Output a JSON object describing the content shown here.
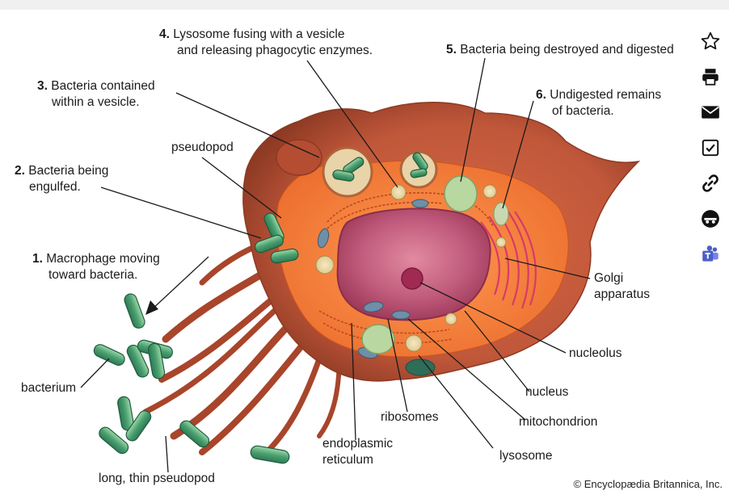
{
  "labels": {
    "step1_num": "1.",
    "step1_l1": "Macrophage moving",
    "step1_l2": "toward bacteria.",
    "step2_num": "2.",
    "step2_l1": "Bacteria being",
    "step2_l2": "engulfed.",
    "step3_num": "3.",
    "step3_l1": "Bacteria contained",
    "step3_l2": "within a vesicle.",
    "step4_num": "4.",
    "step4_l1": "Lysosome fusing with a vesicle",
    "step4_l2": "and releasing phagocytic enzymes.",
    "step5_num": "5.",
    "step5_l1": "Bacteria being destroyed and digested",
    "step6_num": "6.",
    "step6_l1": "Undigested remains",
    "step6_l2": "of bacteria.",
    "pseudopod": "pseudopod",
    "bacterium": "bacterium",
    "long_pseudopod": "long, thin pseudopod",
    "er_l1": "endoplasmic",
    "er_l2": "reticulum",
    "ribosomes": "ribosomes",
    "lysosome": "lysosome",
    "mitochondrion": "mitochondrion",
    "nucleus": "nucleus",
    "nucleolus": "nucleolus",
    "golgi_l1": "Golgi",
    "golgi_l2": "apparatus"
  },
  "credit": "© Encyclopædia Britannica, Inc.",
  "toolbar": {
    "items": [
      "star-icon",
      "print-icon",
      "email-icon",
      "checkbox-icon",
      "link-icon",
      "mask-icon",
      "teams-icon"
    ]
  },
  "colors": {
    "cell_outer": "#c0573a",
    "cell_inner": "#f07c3a",
    "nucleus": "#b5416a",
    "bacteria": "#5aa878",
    "accent_blue": "#4b5fc7"
  }
}
